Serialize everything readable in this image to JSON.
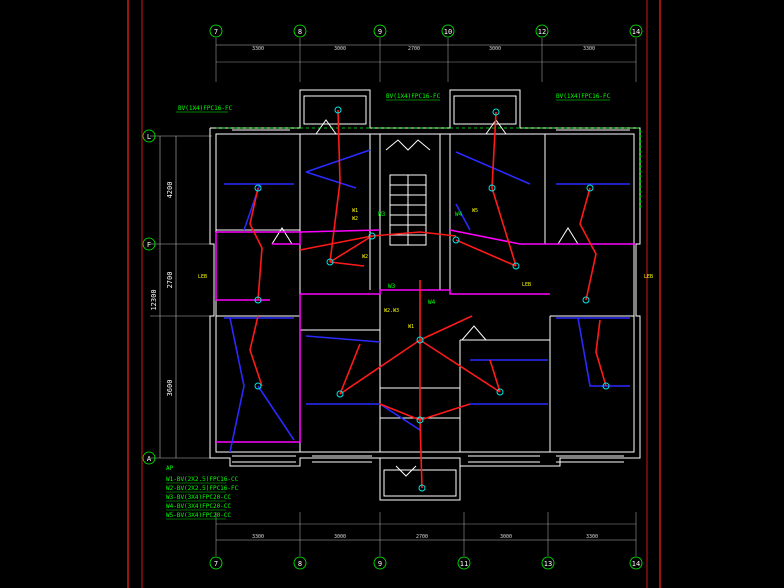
{
  "top_axes": [
    "7",
    "8",
    "9",
    "10",
    "12",
    "14"
  ],
  "bottom_axes": [
    "7",
    "8",
    "9",
    "11",
    "13",
    "14"
  ],
  "top_dims": [
    "3300",
    "3000",
    "2700",
    "3000",
    "3300"
  ],
  "bottom_dims": [
    "3300",
    "3000",
    "2700",
    "3000",
    "3300"
  ],
  "left_axes": [
    "L",
    "F",
    "A"
  ],
  "left_dims": [
    "4200",
    "2700",
    "3600"
  ],
  "left_total": "12300",
  "cable_labels": [
    "BV(1X4)FPC16-FC",
    "BV(1X4)FPC16-FC",
    "BV(1X4)FPC16-FC"
  ],
  "legend": {
    "title": "AP",
    "lines": [
      "W1-BV(2X2.5)FPC16-CC",
      "W2-BV(2X2.5)FPC16-FC",
      "W3-BV(3X4)FPC20-CC",
      "W4-BV(3X4)FPC20-CC",
      "W5-BV(3X4)FPC20-CC"
    ]
  },
  "circuit_tags": [
    "W1",
    "W2",
    "W3",
    "W4",
    "W5",
    "W3",
    "W2.W3",
    "W4",
    "W1",
    "W2"
  ],
  "side_labels": [
    "LEB",
    "LEB",
    "LEB"
  ],
  "colors": {
    "frame": "#ff2020",
    "wall": "#ffffff",
    "wire": "#ff1a1a",
    "blue": "#2a2aff",
    "magenta": "#ff00ff",
    "axis_circle": "#00ff00",
    "fixture": "#00e5e5"
  }
}
